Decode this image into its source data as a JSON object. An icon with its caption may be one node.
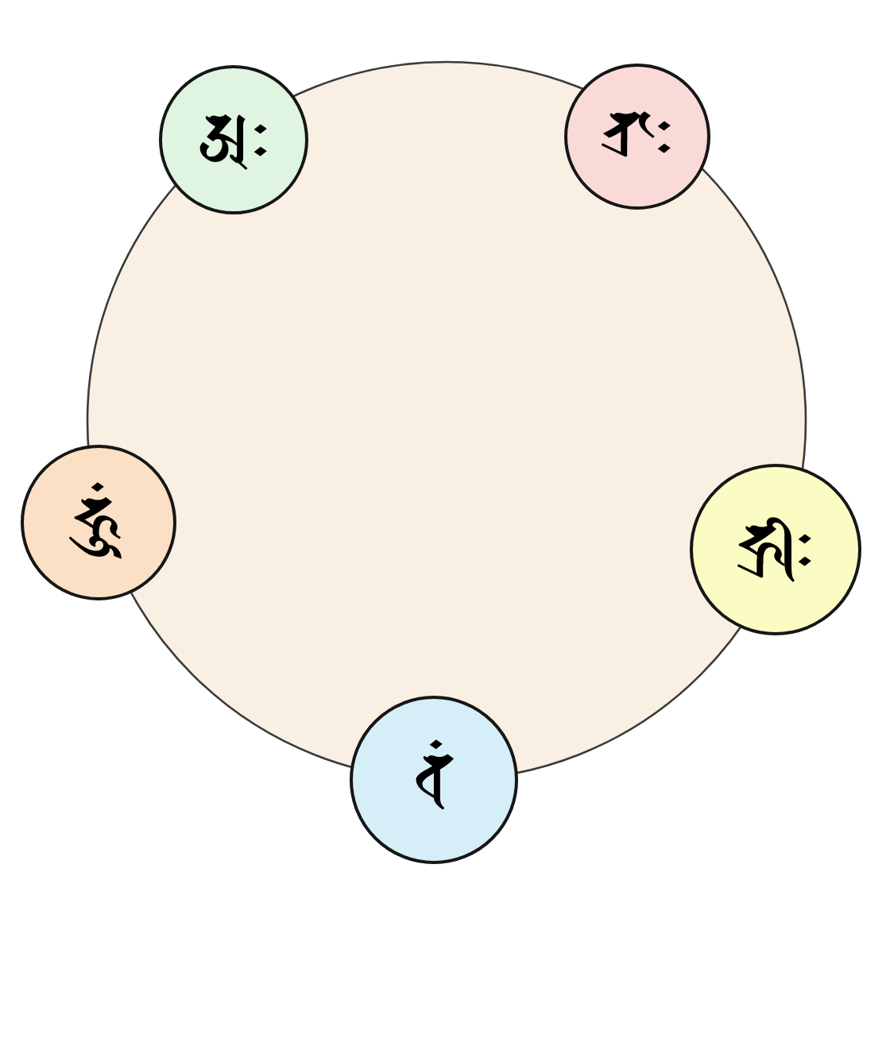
{
  "diagram": {
    "nodes": [
      {
        "text": [
          "𑖀𑖾"
        ]
      },
      {
        "text": [
          "𑖝𑖿𑖨𑖯𑖾"
        ]
      },
      {
        "text": [
          "𑖮𑖳𑖽"
        ]
      },
      {
        "text": [
          "𑖮𑖿𑖨𑖱𑖾"
        ]
      },
      {
        "text": [
          "𑖪𑖽"
        ]
      }
    ]
  }
}
